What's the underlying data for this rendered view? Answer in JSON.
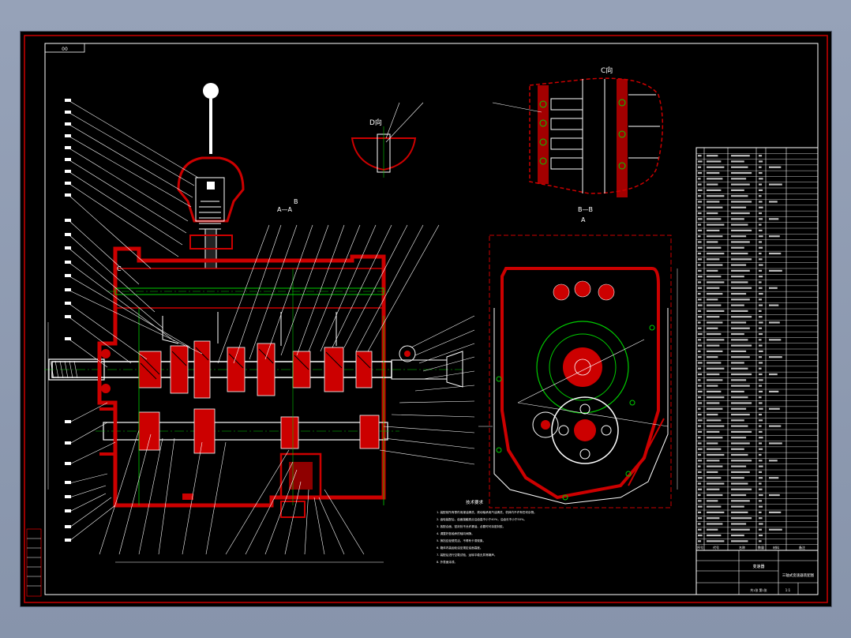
{
  "drawing": {
    "corner_tag": "00",
    "section_aa_label": "A—A",
    "section_bb_label": "B—B",
    "view_c_label": "C向",
    "view_d_label": "D向",
    "b_marker": "B",
    "a_marker": "A",
    "c_marker": "C",
    "notes_title": "技术要求",
    "notes": [
      "1. 装配前所有零件用煤油清洗，滚动轴承用汽油清洗，机体内不许有任何杂物。",
      "2. 齿轮装配后，齿面接触斑点沿齿高不小于40%，沿齿长不小于50%。",
      "3. 各配合面、密封处不允许漏油，必要时可涂密封胶。",
      "4. 调整好各轴承的轴向间隙。",
      "5. 换挡应轻便灵活，不得有卡滞现象。",
      "6. 箱体内装齿轮油至规定油面高度。",
      "7. 装配后进行空载试验，运转平稳无异常噪声。",
      "8. 外表面涂漆。"
    ],
    "title_block": {
      "drawing_title": "变速器",
      "drawing_name": "三轴式变速器装配图",
      "scale": "1:1",
      "sheet": "共1张 第1张"
    },
    "parts_list_header": [
      "序号",
      "代号",
      "名称",
      "数量",
      "材料",
      "备注"
    ]
  }
}
